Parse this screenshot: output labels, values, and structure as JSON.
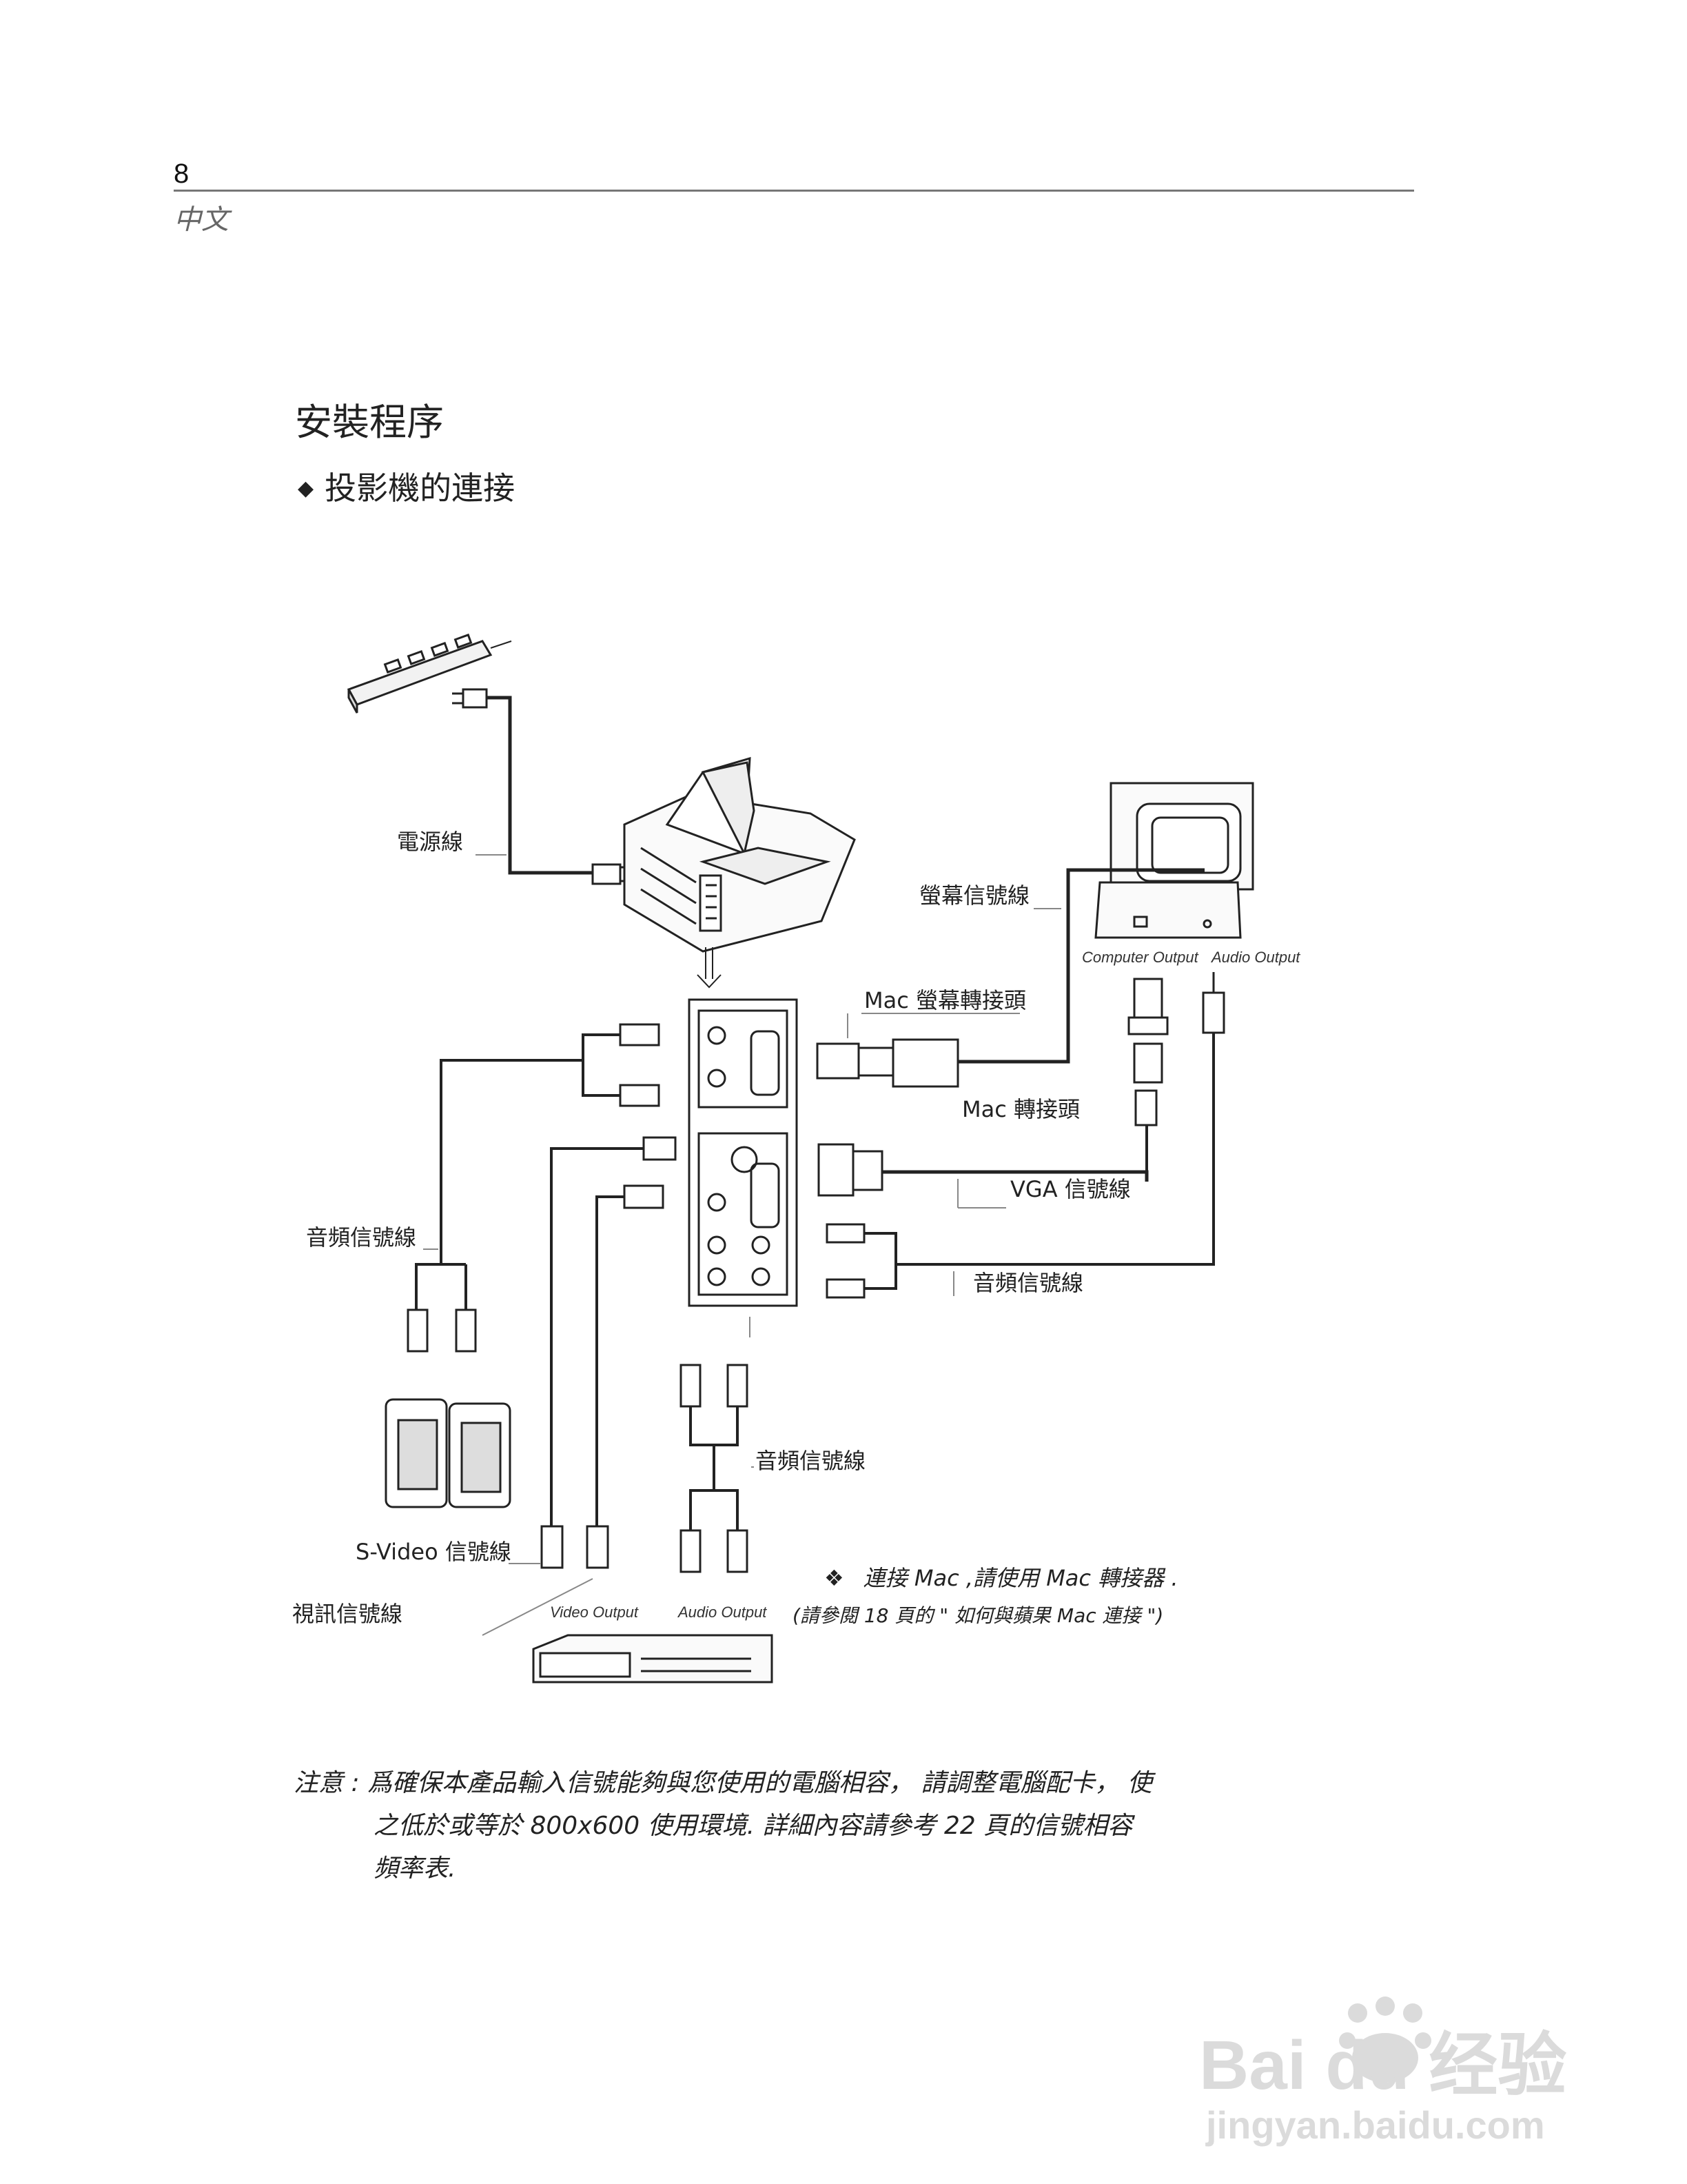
{
  "header": {
    "page_number": "8",
    "language": "中文"
  },
  "section_title": "安裝程序",
  "subsection": {
    "bullet": "◆",
    "title": "投影機的連接"
  },
  "diagram": {
    "labels": {
      "power_cable": "電源線",
      "monitor_cable": "螢幕信號線",
      "mac_monitor_adapter": "Mac 螢幕轉接頭",
      "mac_adapter": "Mac 轉接頭",
      "vga_cable": "VGA  信號線",
      "audio_cable_left": "音頻信號線",
      "audio_cable_right": "音頻信號線",
      "audio_cable_bottom": "音頻信號線",
      "svideo_cable": "S-Video 信號線",
      "video_cable": "視訊信號線",
      "computer_output": "Computer Output",
      "audio_output_pc": "Audio Output",
      "video_output": "Video Output",
      "audio_output_vcr": "Audio Output"
    },
    "note_icon": "❖",
    "note_line1": "連接  Mac  ,請使用 Mac 轉接器  .",
    "note_line2": "(請參閱   18 頁的   \" 如何與蘋果 Mac  連接   \")"
  },
  "footer_note": {
    "line1": "注意 : 爲確保本產品輸入信號能夠與您使用的電腦相容，  請調整電腦配卡，  使",
    "line2": "之低於或等於 800x600  使用環境.  詳細內容請參考 22  頁的信號相容",
    "line3": "頻率表."
  },
  "watermark": {
    "text": "Bai du 经验",
    "url_text": "jingyan.baidu.com"
  }
}
